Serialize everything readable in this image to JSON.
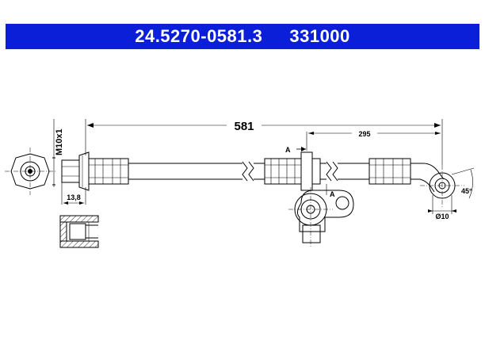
{
  "header": {
    "part_number": "24.5270-0581.3",
    "ref_number": "331000",
    "background": "#0b1fd8",
    "text_color": "#ffffff"
  },
  "dimensions": {
    "total_length": "581",
    "partial_length": "295",
    "thread": "M10x1",
    "fitting_width": "13,8",
    "angle": "45°",
    "diameter": "Ø10",
    "section_label": "A",
    "section_label_detail": "A"
  }
}
